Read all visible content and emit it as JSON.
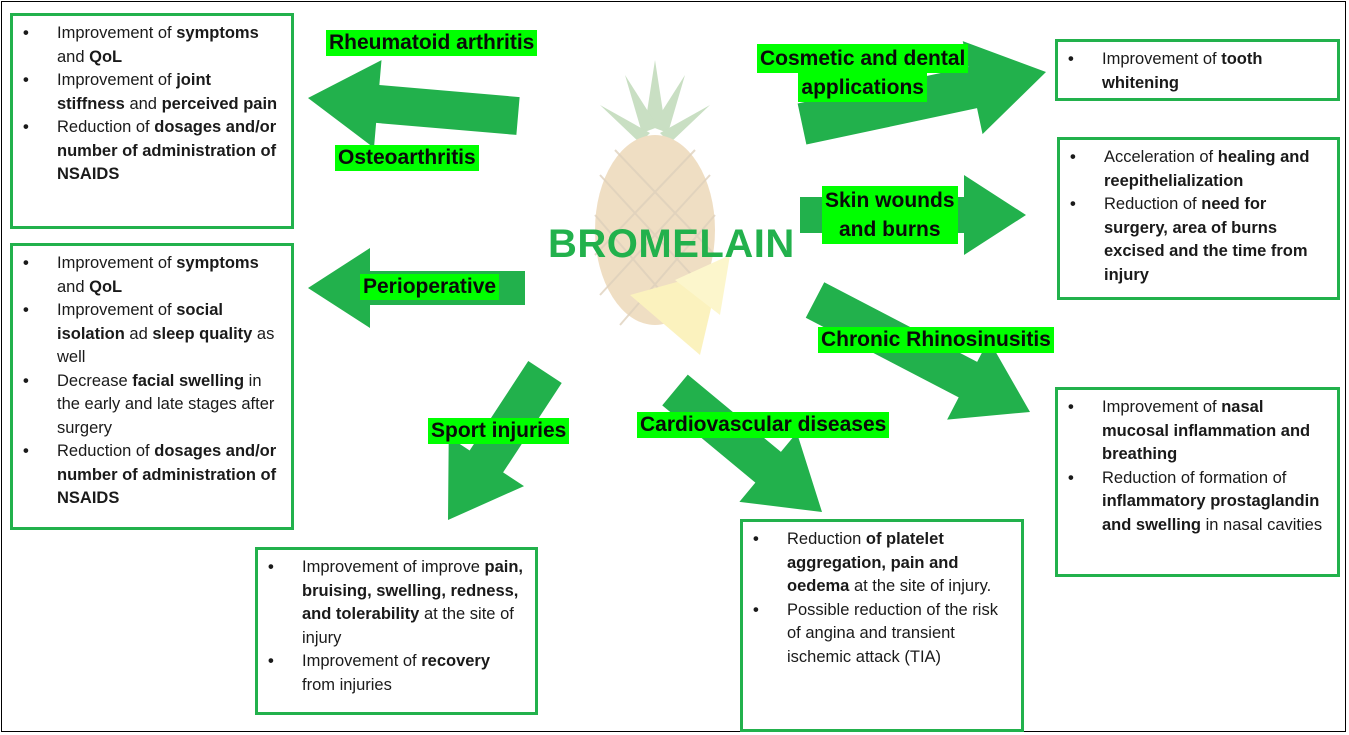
{
  "colors": {
    "arrow": "#22b14c",
    "label_bg": "#00ff00",
    "title": "#22b14c",
    "box_border": "#22b14c"
  },
  "center": {
    "title": "BROMELAIN",
    "icon": "pineapple-icon"
  },
  "labels": {
    "rheumatoid": "Rheumatoid arthritis",
    "osteoarthritis": "Osteoarthritis",
    "perioperative": "Perioperative",
    "sport": "Sport injuries",
    "cardio": "Cardiovascular diseases",
    "rhinosinusitis": "Chronic Rhinosinusitis",
    "skin": [
      "Skin wounds",
      "and burns"
    ],
    "cosmetic": [
      "Cosmetic and dental",
      "applications"
    ]
  },
  "boxes": {
    "arthritis": [
      [
        [
          "Improvement of ",
          false
        ],
        [
          "symptoms",
          true
        ],
        [
          " and ",
          false
        ],
        [
          "QoL",
          true
        ]
      ],
      [
        [
          "Improvement of ",
          false
        ],
        [
          "joint stiffness",
          true
        ],
        [
          " and ",
          false
        ],
        [
          "perceived pain",
          true
        ]
      ],
      [
        [
          "Reduction of ",
          false
        ],
        [
          "dosages and/or number of administration of NSAIDS",
          true
        ]
      ]
    ],
    "perioperative": [
      [
        [
          "Improvement of ",
          false
        ],
        [
          "symptoms",
          true
        ],
        [
          " and ",
          false
        ],
        [
          "QoL",
          true
        ]
      ],
      [
        [
          "Improvement of ",
          false
        ],
        [
          "social isolation",
          true
        ],
        [
          " ad ",
          false
        ],
        [
          "sleep quality",
          true
        ],
        [
          " as well",
          false
        ]
      ],
      [
        [
          "Decrease ",
          false
        ],
        [
          "facial swelling",
          true
        ],
        [
          " in the early and late stages after surgery",
          false
        ]
      ],
      [
        [
          "Reduction of ",
          false
        ],
        [
          "dosages and/or number of administration of NSAIDS",
          true
        ]
      ]
    ],
    "sport": [
      [
        [
          "Improvement of improve ",
          false
        ],
        [
          "pain, bruising, swelling, redness, and tolerability",
          true
        ],
        [
          " at the site of injury",
          false
        ]
      ],
      [
        [
          "Improvement of ",
          false
        ],
        [
          "recovery",
          true
        ],
        [
          " from injuries",
          false
        ]
      ]
    ],
    "cardio": [
      [
        [
          "Reduction ",
          false
        ],
        [
          "of platelet aggregation, pain and oedema",
          true
        ],
        [
          " at the site of injury.",
          false
        ]
      ],
      [
        [
          "Possible reduction of the risk of angina and transient ischemic attack (TIA)",
          false
        ]
      ]
    ],
    "tooth": [
      [
        [
          "Improvement of ",
          false
        ],
        [
          "tooth whitening",
          true
        ]
      ]
    ],
    "skin": [
      [
        [
          "Acceleration of ",
          false
        ],
        [
          "healing and reepithelialization",
          true
        ]
      ],
      [
        [
          "Reduction of ",
          false
        ],
        [
          "need for surgery, area of burns excised and the time from injury",
          true
        ]
      ]
    ],
    "nasal": [
      [
        [
          "Improvement of ",
          false
        ],
        [
          "nasal mucosal inflammation and breathing",
          true
        ]
      ],
      [
        [
          "Reduction of formation of ",
          false
        ],
        [
          "inflammatory prostaglandin and swelling",
          true
        ],
        [
          " in nasal cavities",
          false
        ]
      ]
    ]
  }
}
